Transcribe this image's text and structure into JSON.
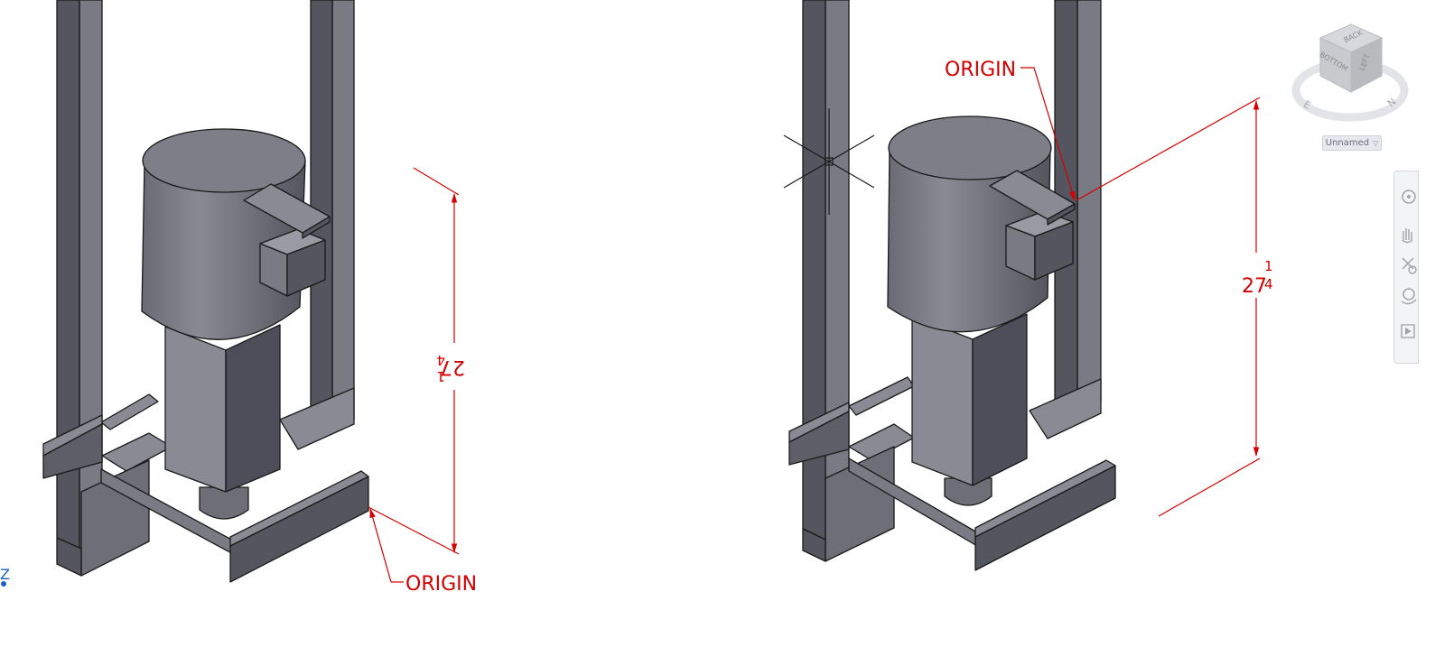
{
  "drawing": {
    "left_view": {
      "dimension_value": "27",
      "dimension_fraction_num": "1",
      "dimension_fraction_den": "4",
      "origin_label": "ORIGIN"
    },
    "right_view": {
      "dimension_value": "27",
      "dimension_fraction_num": "1",
      "dimension_fraction_den": "4",
      "origin_label": "ORIGIN"
    },
    "ucs": {
      "z_label": "Z"
    }
  },
  "viewcube": {
    "faces": {
      "top": "BACK",
      "left": "BOTTOM",
      "right": "LEFT"
    },
    "compass": {
      "north": "N",
      "east": "E"
    },
    "view_name": "Unnamed"
  },
  "navbar": {
    "tools": [
      "steering-wheel-icon",
      "pan-hand-icon",
      "zoom-icon",
      "orbit-icon",
      "showmotion-icon"
    ]
  },
  "colors": {
    "annotation": "#d40000",
    "model_face": "#7a7a84",
    "model_dark": "#4e4e5a",
    "background": "#ffffff"
  }
}
